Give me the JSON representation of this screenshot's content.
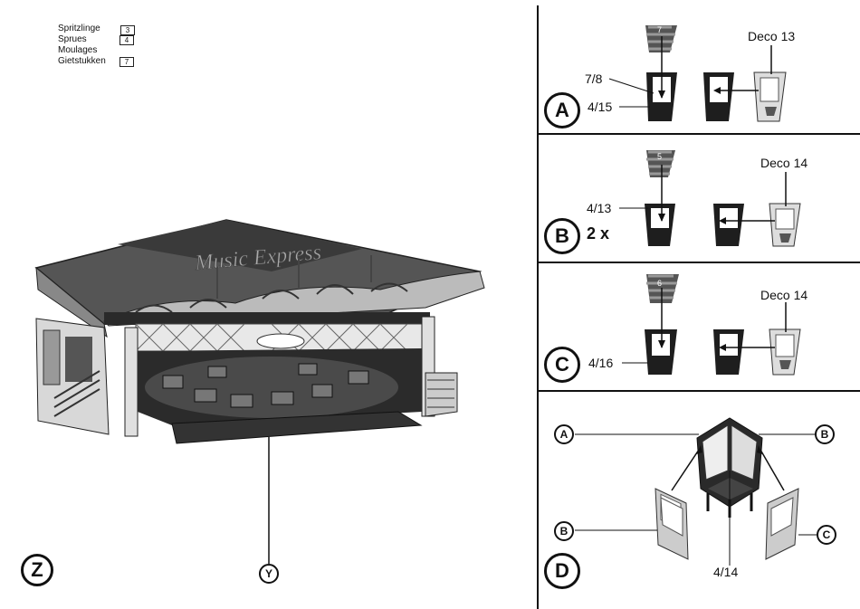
{
  "sprues": {
    "rows": [
      {
        "name": "Spritzlinge",
        "num": "3"
      },
      {
        "name": "Sprues",
        "num": "4"
      },
      {
        "name": "Moulages",
        "num": "-"
      },
      {
        "name": "Gietstukken",
        "num": "7"
      }
    ]
  },
  "main": {
    "step_label": "Z",
    "pointer_label": "Y",
    "ride_sign": "Music Express"
  },
  "panel_a": {
    "step": "A",
    "part_top": "7",
    "label_1": "7/8",
    "label_2": "4/15",
    "deco": "Deco 13"
  },
  "panel_b": {
    "step": "B",
    "multiplier": "2 x",
    "part_top": "5",
    "label_1": "4/13",
    "deco": "Deco 14"
  },
  "panel_c": {
    "step": "C",
    "part_top": "6",
    "label_1": "4/16",
    "deco": "Deco 14"
  },
  "panel_d": {
    "step": "D",
    "ref_a": "A",
    "ref_b_top": "B",
    "ref_b_left": "B",
    "ref_c": "C",
    "label_1": "4/14"
  }
}
